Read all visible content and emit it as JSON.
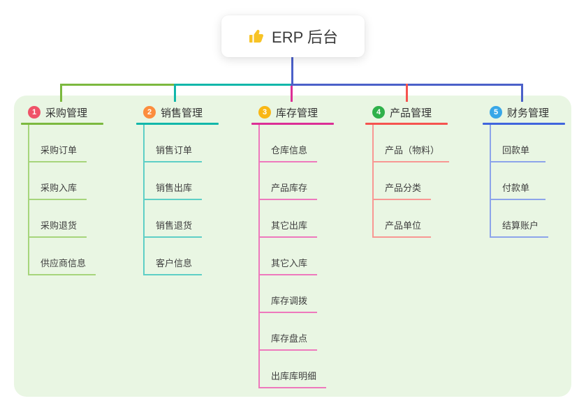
{
  "root": {
    "label": "ERP 后台",
    "icon": "thumbs-up-icon",
    "icon_color": "#f7c325"
  },
  "panel_color": "#e9f6e3",
  "connectors": {
    "root_line": "#4b60c9",
    "bus_green": "#7cb93f",
    "bus_teal": "#12b7aa",
    "bus_blue": "#4b60c9",
    "drop_1": "#7cb93f",
    "drop_2": "#12b7aa",
    "drop_3": "#dc2f96",
    "drop_4": "#f5534f",
    "drop_5": "#4b60c9"
  },
  "branches": [
    {
      "num": "1",
      "label": "采购管理",
      "badge_color": "#ef5368",
      "line_color": "#7cb93f",
      "child_line_color": "#a6d57b",
      "children": [
        "采购订单",
        "采购入库",
        "采购退货",
        "供应商信息"
      ]
    },
    {
      "num": "2",
      "label": "销售管理",
      "badge_color": "#fc8d3e",
      "line_color": "#12b7aa",
      "child_line_color": "#5ecfc6",
      "children": [
        "销售订单",
        "销售出库",
        "销售退货",
        "客户信息"
      ]
    },
    {
      "num": "3",
      "label": "库存管理",
      "badge_color": "#f9b715",
      "line_color": "#dc2f96",
      "child_line_color": "#ee79bd",
      "children": [
        "仓库信息",
        "产品库存",
        "其它出库",
        "其它入库",
        "库存调拨",
        "库存盘点",
        "出库库明细"
      ]
    },
    {
      "num": "4",
      "label": "产品管理",
      "badge_color": "#2fb14a",
      "line_color": "#f5534f",
      "child_line_color": "#f89793",
      "children": [
        "产品（物料）",
        "产品分类",
        "产品单位"
      ]
    },
    {
      "num": "5",
      "label": "财务管理",
      "badge_color": "#38a7e8",
      "line_color": "#4065dd",
      "child_line_color": "#8ca4ea",
      "children": [
        "回款单",
        "付款单",
        "结算账户"
      ]
    }
  ]
}
